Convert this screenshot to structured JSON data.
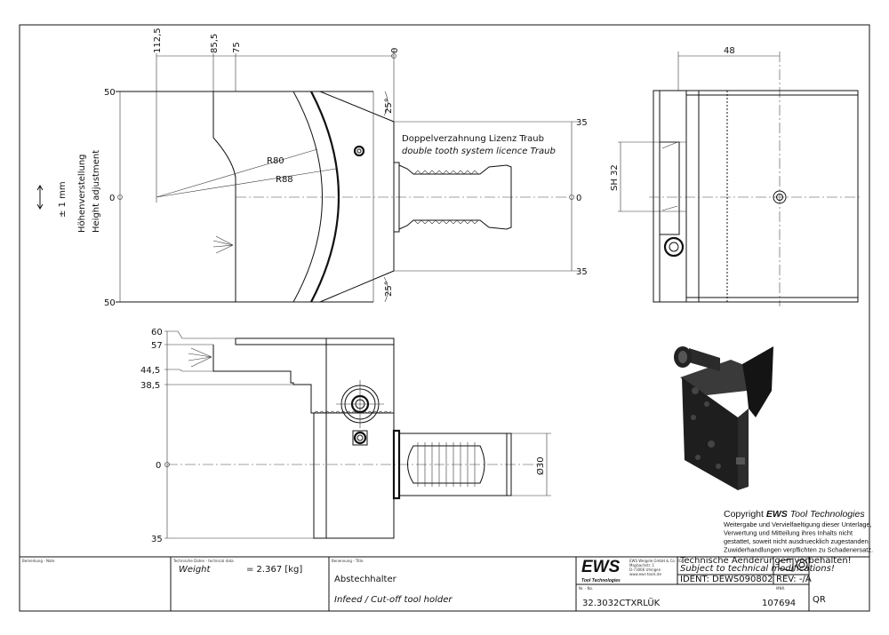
{
  "front_view": {
    "dims_top": [
      "112,5",
      "85,5",
      "75",
      "0"
    ],
    "dim_50_top": "50",
    "dim_0": "0",
    "dim_50_bottom": "50",
    "dim_35_top": "35",
    "dim_0_right": "0",
    "dim_35_bottom": "35",
    "r80": "R80",
    "r88": "R88",
    "angle_top": "25°",
    "angle_bottom": "25°",
    "note_de": "Doppelverzahnung Lizenz Traub",
    "note_en": "double tooth system licence Traub",
    "height_adj_range": "± 1 mm",
    "height_adj_de": "Höhenverstellung",
    "height_adj_en": "Height adjustment"
  },
  "side_view": {
    "dims": [
      "60",
      "57",
      "44,5",
      "38,5",
      "0",
      "35"
    ],
    "diameter": "Ø30"
  },
  "right_view": {
    "dim_48": "48",
    "sh": "SH 32"
  },
  "copyright": {
    "prefix": "Copyright ",
    "brand": "EWS",
    "suffix": " Tool Technologies",
    "lines": [
      "Weitergabe und Vervielfaeltigung dieser Unterlage,",
      "Verwertung und Mitteilung ihres Inhalts nicht",
      "gestattet, soweit nicht ausdruecklich zugestanden.",
      "Zuwiderhandlungen verpflichten zu Schadenersatz."
    ]
  },
  "title_block": {
    "note_label": "Bemerkung - Note",
    "tech_label": "Technische Daten - technical data",
    "weight_label": "Weight",
    "weight_value": "= 2.367 [kg]",
    "title_label": "Benennung - Title",
    "title_de": "Abstechhalter",
    "title_en": "Infeed / Cut-off tool holder",
    "logo_text": "EWS",
    "logo_sub": "Tool Technologies",
    "company_lines": [
      "EWS Weigele GmbH & Co. KG",
      "Maybachstr. 1",
      "D-73066 Uhingen",
      "www.ews-tools.de"
    ],
    "changes_de": "Technische Aenderungen vorbehalten!",
    "changes_en": "Subject to technical modifications!",
    "ident": "IDENT:  DEWS090802",
    "rev": "REV:  -/A",
    "nr_label": "Nr. - No.",
    "part_no": "32.3032CTXRLÜK",
    "mnr_label": "MNR.",
    "mnr": "107694",
    "qr": "QR"
  }
}
